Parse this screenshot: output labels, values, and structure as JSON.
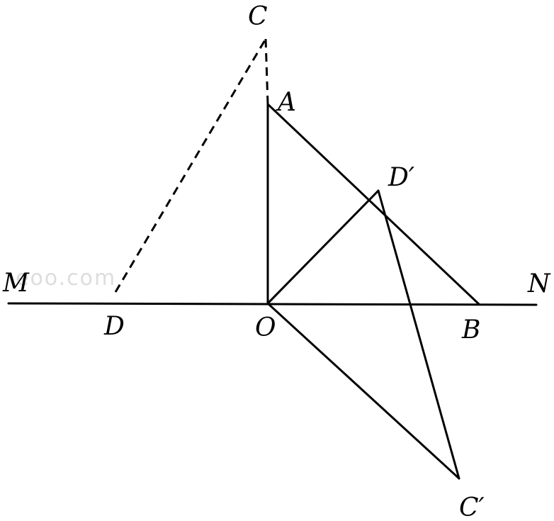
{
  "labels": {
    "C": "C",
    "A": "A",
    "D_prime": "D′",
    "M": "M",
    "N": "N",
    "D": "D",
    "O": "O",
    "B": "B",
    "C_prime": "C′"
  },
  "watermark": "eoo.com"
}
